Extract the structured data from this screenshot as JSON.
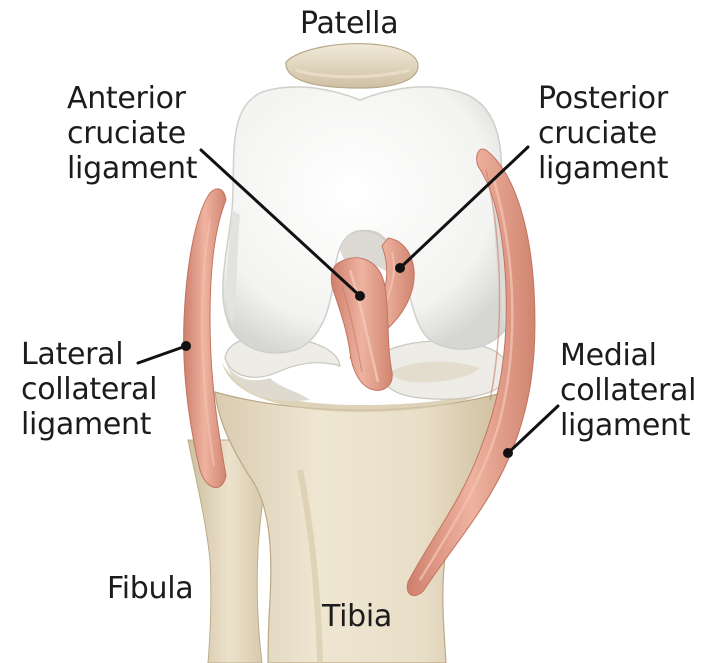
{
  "diagram": {
    "structures": [
      "femur",
      "patella",
      "tibia",
      "fibula",
      "menisci",
      "anterior-cruciate-ligament",
      "posterior-cruciate-ligament",
      "lateral-collateral-ligament",
      "medial-collateral-ligament"
    ],
    "colors": {
      "background": "#ffffff",
      "bone": "#f4f4f2",
      "bone_shade": "#d9d9d6",
      "tibia": "#ece3cf",
      "tibia_shade": "#c9b999",
      "ligament": "#e8a38f",
      "ligament_dark": "#c97764",
      "leader_line": "#111111",
      "text": "#1c1c1c"
    }
  },
  "labels": {
    "patella": "Patella",
    "acl": [
      "Anterior",
      "cruciate",
      "ligament"
    ],
    "pcl": [
      "Posterior",
      "cruciate",
      "ligament"
    ],
    "lcl": [
      "Lateral",
      "collateral",
      "ligament"
    ],
    "mcl": [
      "Medial",
      "collateral",
      "ligament"
    ],
    "fibula": "Fibula",
    "tibia": "Tibia"
  }
}
